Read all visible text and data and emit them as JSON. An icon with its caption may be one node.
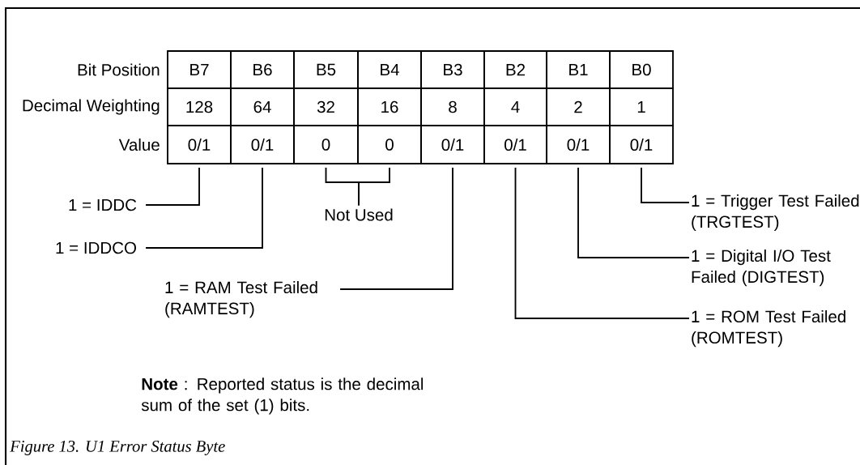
{
  "diagram": {
    "caption": "Figure 13. U1 Error Status Byte",
    "nodes": [
      {
        "text": [
          "B7"
        ]
      },
      {
        "text": [
          "B6"
        ]
      },
      {
        "text": [
          "B5"
        ]
      },
      {
        "text": [
          "B4"
        ]
      },
      {
        "text": [
          "B3"
        ]
      },
      {
        "text": [
          "B2"
        ]
      },
      {
        "text": [
          "B1"
        ]
      },
      {
        "text": [
          "B0"
        ]
      },
      {
        "text": [
          "128"
        ]
      },
      {
        "text": [
          "64"
        ]
      },
      {
        "text": [
          "32"
        ]
      },
      {
        "text": [
          "16"
        ]
      },
      {
        "text": [
          "8"
        ]
      },
      {
        "text": [
          "4"
        ]
      },
      {
        "text": [
          "2"
        ]
      },
      {
        "text": [
          "1"
        ]
      },
      {
        "text": [
          "0/1"
        ]
      },
      {
        "text": [
          "0/1"
        ]
      },
      {
        "text": [
          "0"
        ]
      },
      {
        "text": [
          "0"
        ]
      },
      {
        "text": [
          "0/1"
        ]
      },
      {
        "text": [
          "0/1"
        ]
      },
      {
        "text": [
          "0/1"
        ]
      },
      {
        "text": [
          "0/1"
        ]
      },
      {
        "text": [
          "1 = IDDC"
        ]
      },
      {
        "text": [
          "Not Used"
        ]
      },
      {
        "text": [
          "1 = Trigger Test Failed (TRGTEST)"
        ]
      },
      {
        "text": [
          "1 = IDDCO"
        ]
      },
      {
        "text": [
          "1 = Digital I/O Test Failed (DIGTEST)"
        ]
      },
      {
        "text": [
          "1 = RAM Test Failed (RAMTEST)"
        ]
      },
      {
        "text": [
          "1 = ROM Test Failed (ROMTEST)"
        ]
      }
    ],
    "edges": [
      {
        "from": 24,
        "to": 16,
        "arrow": "none"
      },
      {
        "from": 25,
        "to": 18,
        "arrow": "none"
      },
      {
        "from": 25,
        "to": 19,
        "arrow": "none"
      },
      {
        "from": 26,
        "to": 23,
        "arrow": "none"
      },
      {
        "from": 27,
        "to": 17,
        "arrow": "none"
      },
      {
        "from": 28,
        "to": 22,
        "arrow": "none"
      },
      {
        "from": 29,
        "to": 20,
        "arrow": "none"
      },
      {
        "from": 30,
        "to": 21,
        "arrow": "none"
      }
    ],
    "labels": [
      "Bit Position",
      "Decimal Weighting",
      "Value",
      "**Note** : Reported status is the decimal sum of the set (1) bits."
    ]
  }
}
